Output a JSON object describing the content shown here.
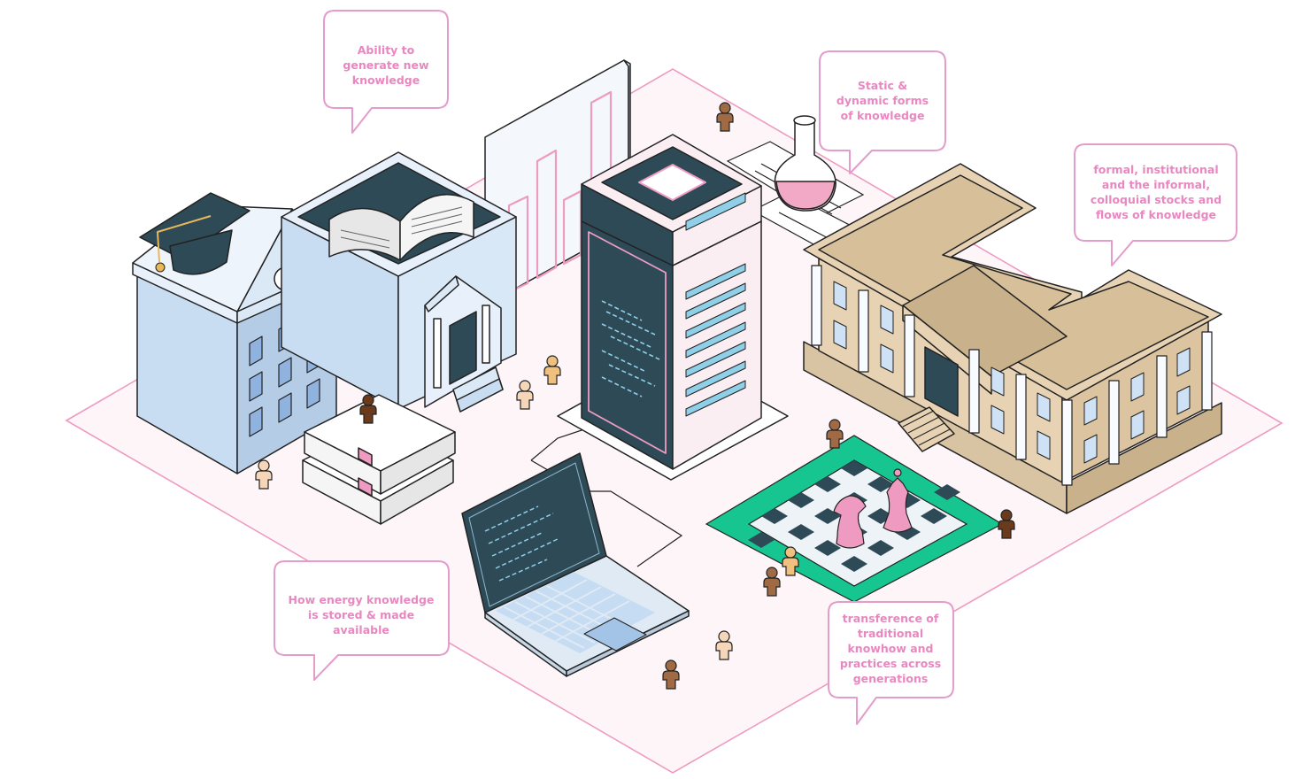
{
  "callouts": {
    "generate": "Ability to generate new knowledge",
    "forms": "Static & dynamic forms of knowledge",
    "formal": "formal, institutional and the informal, colloquial stocks and flows of knowledge",
    "stored": "How energy knowledge is stored & made available",
    "transfer": "transference of traditional knowhow and practices across generations"
  },
  "colors": {
    "pink_line": "#ef9bc1",
    "ground": "#fdf5f8",
    "bubble_text": "#e887c0",
    "dark": "#2e4a57",
    "building_blue": "#cfe2f5",
    "museum_tan": "#e7d3b4",
    "chess_green": "#17c590",
    "chess_pink": "#ef9bc1"
  }
}
